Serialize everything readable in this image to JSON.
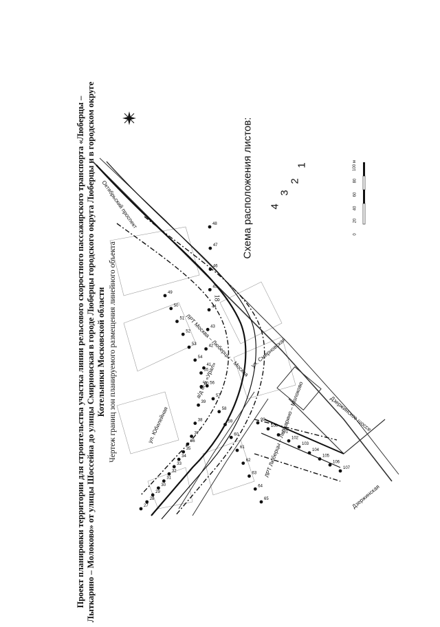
{
  "page_number": "18",
  "title": "Проект планировки территории для строительства участка линии рельсового скоростного пассажирского транспорта «Люберцы – Лыткарино – Молоково» от улицы Шоссейна до улицы Смирновская в городе Люберцы городского округа Люберцы и в городском округе Котельники Московской области",
  "subtitle": "Чертеж границ зон планируемого размещения линейного объекта",
  "street_labels": {
    "oktyabrsky": "Октябрьский проспект",
    "smirnovskaya": "ул. Смирновская",
    "dzerzhinskoe": "Дзержинское шоссе",
    "yubileynaya": "ул. Юбилейная",
    "m5": "а/д М-5 «Урал»",
    "dzerzhinskaya": "Дзержинская",
    "lrt_moscow": "ЛРТ Москва – Люберцы – Москва",
    "lrt_lyubertsy": "ЛРТ Люберцы – Лыткарино – Молоково"
  },
  "scheme": {
    "title": "Схема расположения листов:",
    "sheets": [
      "1",
      "2",
      "3",
      "4"
    ]
  },
  "scale_bar": {
    "ticks": [
      "0",
      "20",
      "40",
      "60",
      "80",
      "100 м"
    ]
  },
  "point_labels": [
    "27",
    "28",
    "29",
    "30",
    "31",
    "32",
    "33",
    "34",
    "35",
    "36",
    "37",
    "38",
    "39",
    "40",
    "41",
    "42",
    "43",
    "44",
    "45",
    "46",
    "47",
    "48",
    "49",
    "50",
    "51",
    "52",
    "53",
    "54",
    "55",
    "56",
    "57",
    "58",
    "59",
    "60",
    "61",
    "62",
    "63",
    "64",
    "65",
    "99",
    "100",
    "101",
    "102",
    "103",
    "104",
    "105",
    "106",
    "107"
  ],
  "colors": {
    "ink": "#111111",
    "road": "#333333",
    "fill": "#ffffff"
  }
}
